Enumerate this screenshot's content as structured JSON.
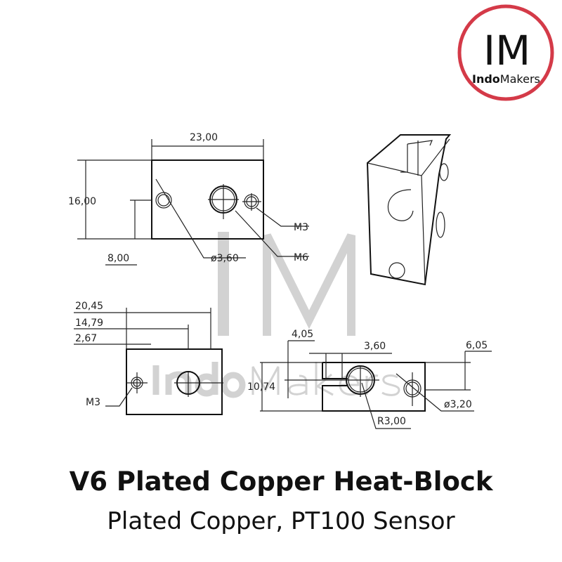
{
  "logo": {
    "mark": "IM",
    "brand_bold": "Indo",
    "brand_light": "Makers",
    "ring_color": "#d43a48"
  },
  "watermark": {
    "mark": "IM",
    "brand_bold": "Indo",
    "brand_light": "Makers"
  },
  "drawing": {
    "top_view": {
      "width": "23,00",
      "height": "16,00",
      "offset": "8,00",
      "hole_small": "M3",
      "hole_large": "M6",
      "diameter": "ø3,60"
    },
    "side_view": {
      "d1": "20,45",
      "d2": "14,79",
      "d3": "2,67",
      "hole": "M3"
    },
    "end_view": {
      "d1": "4,05",
      "d2": "3,60",
      "d3": "6,05",
      "height": "10,74",
      "diameter": "ø3,20",
      "radius": "R3,00"
    }
  },
  "title": "V6 Plated Copper Heat-Block",
  "subtitle": "Plated Copper, PT100 Sensor"
}
